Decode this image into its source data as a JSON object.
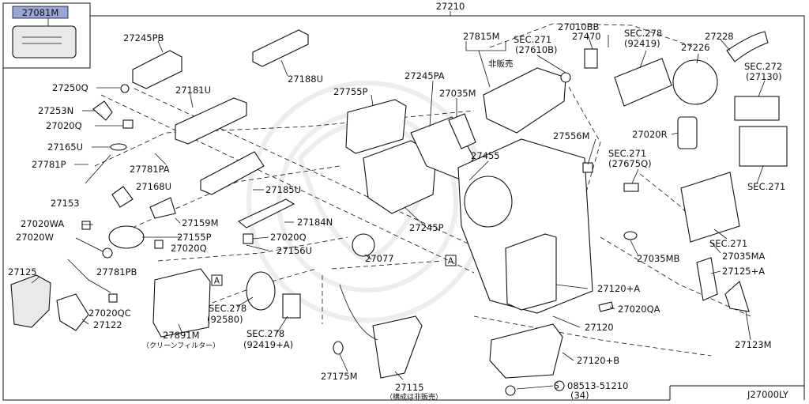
{
  "diagram": {
    "ref_code": "J27000LY",
    "inset_part": "27081M",
    "top_part": "27210",
    "view_marker": "A",
    "callouts": {
      "c27245PB": "27245PB",
      "c27250Q": "27250Q",
      "c27253N": "27253N",
      "c27020Q_a": "27020Q",
      "c27165U": "27165U",
      "c27781P": "27781P",
      "c27781PA": "27781PA",
      "c27153": "27153",
      "c27168U": "27168U",
      "c27020WA": "27020WA",
      "c27159M": "27159M",
      "c27020W": "27020W",
      "c27155P": "27155P",
      "c27020Q_b": "27020Q",
      "c27125": "27125",
      "c27781PB": "27781PB",
      "c27020QC": "27020QC",
      "c27122": "27122",
      "c27181U": "27181U",
      "c27188U": "27188U",
      "c27185U": "27185U",
      "c27184N": "27184N",
      "c27020Q_c": "27020Q",
      "c27156U": "27156U",
      "c27891M": "27891M",
      "c27891M_note": "（クリーンフィルター）",
      "sec278a": "SEC.278",
      "sec278a_sub": "(92580)",
      "sec278b": "SEC.278",
      "sec278b_sub": "(92419+A)",
      "c27175M": "27175M",
      "c27115": "27115",
      "c27115_note": "（構成は非販売）",
      "c27755P": "27755P",
      "c27245PA": "27245PA",
      "c27035M": "27035M",
      "c27815M": "27815M",
      "not_for_sale": "非販売",
      "c27455": "27455",
      "c27245P": "27245P",
      "c27077": "27077",
      "sec271a": "SEC.271",
      "sec271a_sub": "(27610B)",
      "c27010BB": "27010BB",
      "c27470": "27470",
      "sec278c": "SEC.278",
      "sec278c_sub": "(92419)",
      "c27228": "27228",
      "c27226": "27226",
      "sec272": "SEC.272",
      "sec272_sub": "(27130)",
      "c27556M": "27556M",
      "c27020R": "27020R",
      "sec271b": "SEC.271",
      "sec271b_sub": "(27675Q)",
      "sec271c": "SEC.271",
      "sec271d": "SEC.271",
      "c27035MB": "27035MB",
      "c27035MA": "27035MA",
      "c27125A": "27125+A",
      "c27120A": "27120+A",
      "c27020QA": "27020QA",
      "c27120": "27120",
      "c27123M": "27123M",
      "c27120B": "27120+B",
      "c08513": "08513-51210",
      "c08513_sub": "(34)"
    }
  }
}
